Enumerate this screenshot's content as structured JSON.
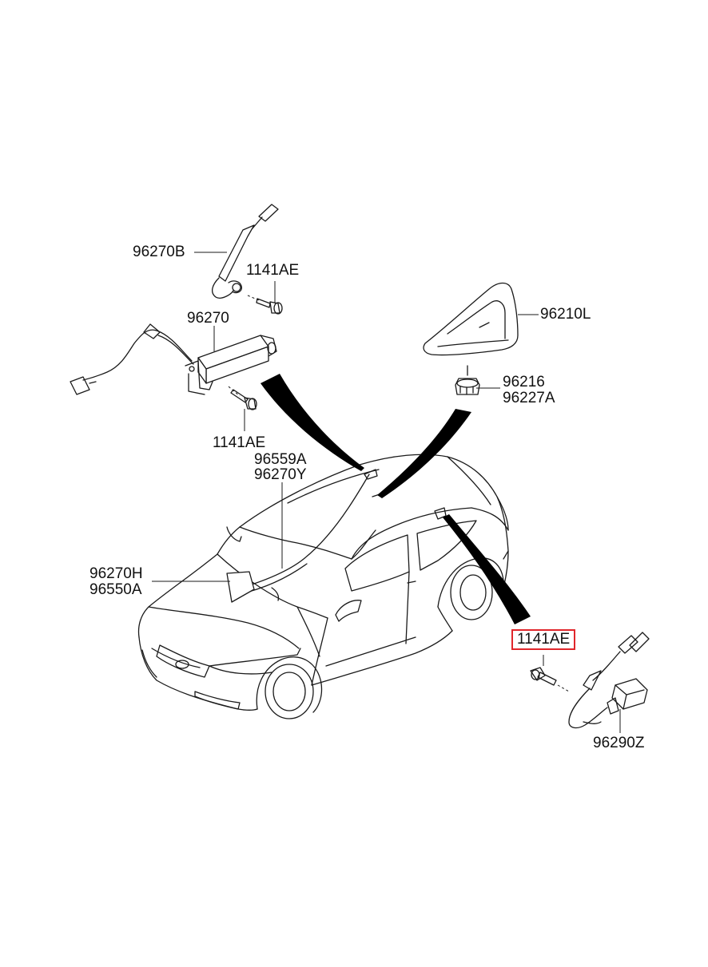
{
  "parts": {
    "cable_96270B": "96270B",
    "bolt_upper": "1141AE",
    "module_96270": "96270",
    "bolt_middle": "1141AE",
    "antenna_96210L": "96210L",
    "base_96216": "96216",
    "base_96227A": "96227A",
    "harness_96559A": "96559A",
    "harness_96270Y": "96270Y",
    "wire_96270H": "96270H",
    "wire_96550A": "96550A",
    "bolt_highlighted": "1141AE",
    "cable_96290Z": "96290Z"
  },
  "highlight_color": "#e0262b"
}
